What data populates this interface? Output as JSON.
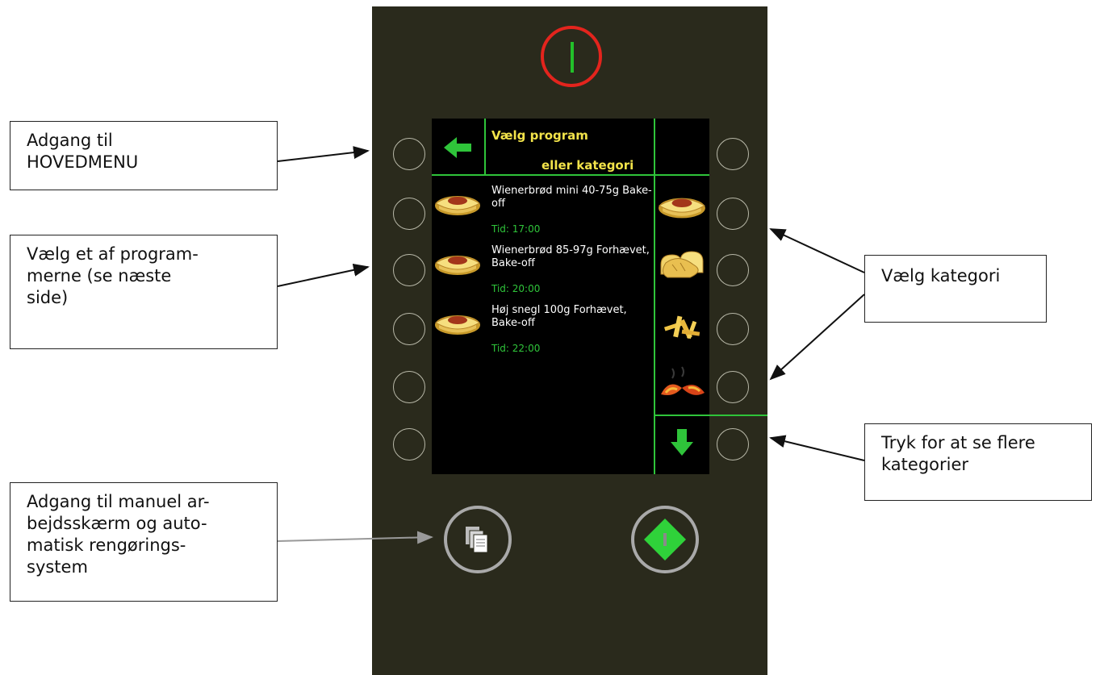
{
  "screen": {
    "title_line1": "Vælg program",
    "title_line2": "eller kategori",
    "programs": [
      {
        "name": "Wienerbrød mini 40-75g Bake-off",
        "time": "Tid: 17:00"
      },
      {
        "name": "Wienerbrød 85-97g Forhævet, Bake-off",
        "time": "Tid: 20:00"
      },
      {
        "name": "Høj snegl 100g Forhævet, Bake-off",
        "time": "Tid: 22:00"
      }
    ],
    "categories": [
      "pastry-icon",
      "bread-loaves-icon",
      "fries-icon",
      "croissant-steam-icon"
    ],
    "nav": {
      "back": "back-arrow-icon",
      "more": "down-arrow-icon"
    }
  },
  "controls": {
    "power": "power-icon",
    "manual": "documents-icon",
    "start": "start-icon"
  },
  "callouts": {
    "main_menu": "Adgang til\nHOVEDMENU",
    "choose_program": "Vælg et af program-\nmerne (se næste\nside)",
    "manual_screen": "Adgang til manuel ar-\nbejdsskærm og auto-\nmatisk rengørings-\nsystem",
    "choose_category": "Vælg kategori",
    "more_categories": "Tryk for at se flere\nkategorier"
  },
  "colors": {
    "panel": "#2a2a1c",
    "screen": "#000000",
    "accent_green": "#2fc43a",
    "title_yellow": "#f2e34a",
    "power_red": "#e3241d"
  }
}
